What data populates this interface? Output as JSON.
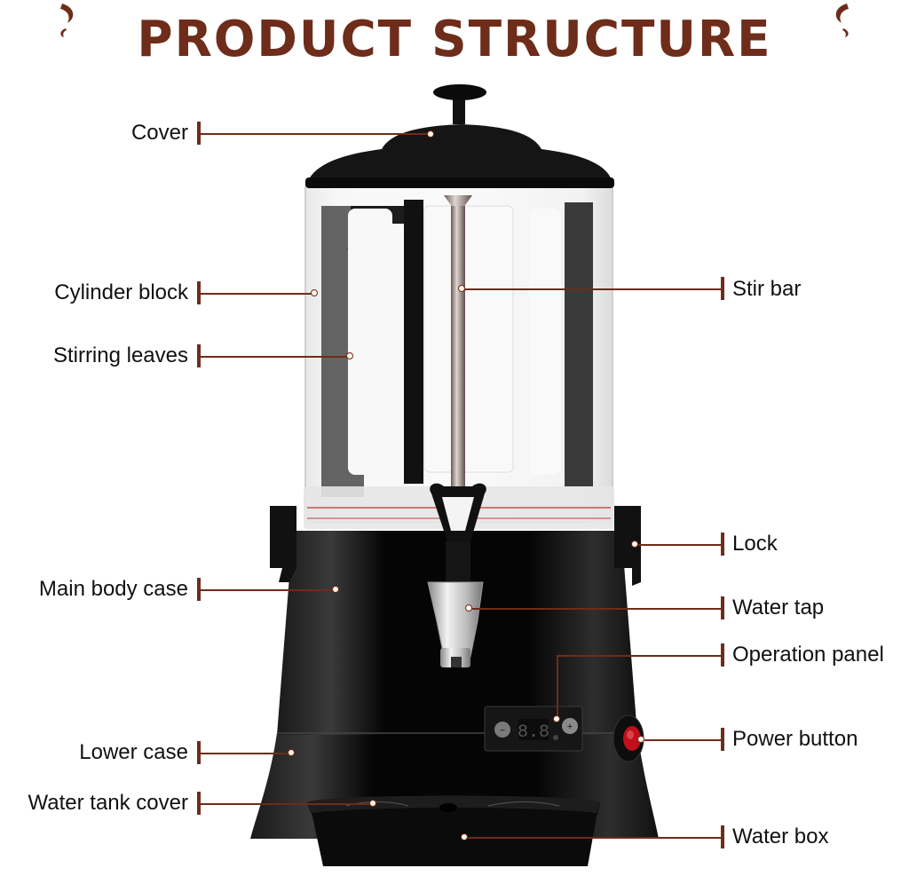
{
  "title": "PRODUCT STRUCTURE",
  "colors": {
    "accent": "#6e2c1a",
    "text": "#111111",
    "background": "#ffffff",
    "machine_body": "#0b0b0b"
  },
  "panel": {
    "display": "8.8",
    "buttons": [
      "minus-button",
      "plus-button"
    ]
  },
  "labels_left": [
    {
      "id": "cover",
      "text": "Cover"
    },
    {
      "id": "cylinder-block",
      "text": "Cylinder block"
    },
    {
      "id": "stirring-leaves",
      "text": "Stirring leaves"
    },
    {
      "id": "main-body-case",
      "text": "Main body case"
    },
    {
      "id": "lower-case",
      "text": "Lower case"
    },
    {
      "id": "water-tank-cover",
      "text": "Water tank cover"
    }
  ],
  "labels_right": [
    {
      "id": "stir-bar",
      "text": "Stir bar"
    },
    {
      "id": "lock",
      "text": "Lock"
    },
    {
      "id": "water-tap",
      "text": "Water tap"
    },
    {
      "id": "operation-panel",
      "text": "Operation panel"
    },
    {
      "id": "power-button",
      "text": "Power button"
    },
    {
      "id": "water-box",
      "text": "Water box"
    }
  ]
}
